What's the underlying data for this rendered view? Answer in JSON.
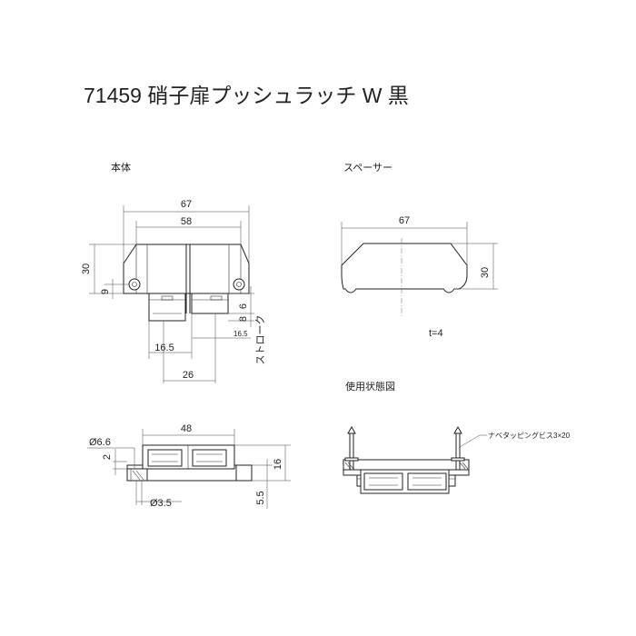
{
  "title": "71459 硝子扉プッシュラッチ W 黒",
  "views": {
    "body": {
      "label": "本体",
      "dims": {
        "width_total": "67",
        "width_inner": "58",
        "height": "30",
        "hole_height": "9",
        "offset_8": "8",
        "offset_6": "6",
        "stroke_small": "16.5",
        "stroke_label": "ストローク",
        "stroke": "16.5",
        "center": "26"
      }
    },
    "spacer": {
      "label": "スペーサー",
      "dims": {
        "width": "67",
        "height": "30",
        "thickness": "t=4"
      }
    },
    "side": {
      "dims": {
        "length": "48",
        "hole_dia": "Ø6.6",
        "depth": "2",
        "screw_dia": "Ø3.5",
        "height": "16",
        "base": "5.5"
      }
    },
    "usage": {
      "label": "使用状態図",
      "screw_note": "ナベタッピングビス3×20"
    }
  }
}
